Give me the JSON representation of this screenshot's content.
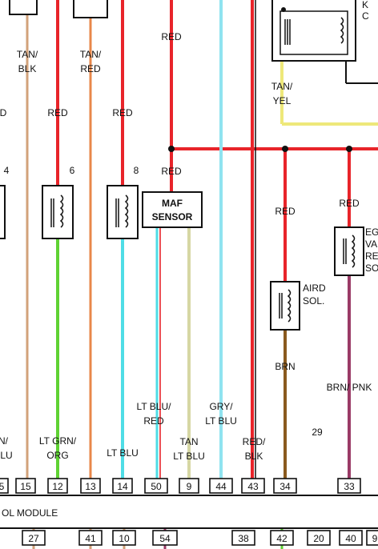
{
  "wire_labels": {
    "tan_blk": [
      "TAN/",
      "BLK"
    ],
    "tan_red": [
      "TAN/",
      "RED"
    ],
    "red_top": "RED",
    "red_12": "RED",
    "red_14": "RED",
    "red_left_edge": "D",
    "red_maf": "RED",
    "red_aird": "RED",
    "red_egr": "RED",
    "tan_yel": [
      "TAN/",
      "YEL"
    ],
    "lt_grn_org": [
      "LT GRN/",
      "ORG"
    ],
    "lt_blu": "LT BLU",
    "lt_blu_red": [
      "LT BLU/",
      "RED"
    ],
    "tan_lt_blu": [
      "TAN",
      "LT BLU"
    ],
    "gry_lt_blu": [
      "GRY/",
      "LT BLU"
    ],
    "red_blk": [
      "RED/",
      "BLK"
    ],
    "brn": "BRN",
    "brn_pnk": "BRN/ PNK",
    "left_edge_blu": [
      "N/",
      "BLU"
    ]
  },
  "component_labels": {
    "maf": [
      "MAF",
      "SENSOR"
    ],
    "aird": [
      "AIRD",
      "SOL."
    ],
    "egr": [
      "EG",
      "VA",
      "RE",
      "SO"
    ],
    "top_right": [
      "K",
      "C"
    ]
  },
  "numbers": {
    "n4": "4",
    "n6": "6",
    "n8": "8",
    "n29": "29"
  },
  "module_label": "OL MODULE",
  "pins_top": [
    "5",
    "15",
    "12",
    "13",
    "14",
    "50",
    "9",
    "44",
    "43",
    "34",
    "33"
  ],
  "pins_bottom": [
    "27",
    "41",
    "10",
    "54",
    "38",
    "42",
    "20",
    "40",
    "9"
  ],
  "colors": {
    "red": "#e8242a",
    "tan": "#d2a27a",
    "orange": "#e8874a",
    "green": "#5fd233",
    "cyan": "#4fdde6",
    "lt_blue": "#8fe3f0",
    "tan_lt": "#d6d7a4",
    "brown": "#8a5a1e",
    "purple": "#9a3b66",
    "yellow": "#eee87a",
    "black": "#111111"
  }
}
